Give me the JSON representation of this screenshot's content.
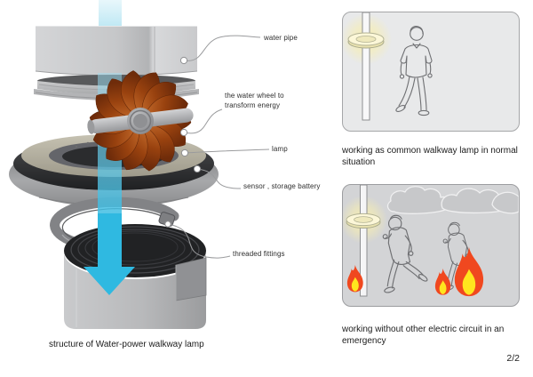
{
  "diagram": {
    "caption": "structure of Water-power walkway lamp",
    "labels": {
      "water_pipe": "water pipe",
      "water_wheel": "the water wheel to\ntransform energy",
      "lamp": "lamp",
      "sensor": "sensor , storage battery",
      "threaded_fittings": "threaded fittings"
    }
  },
  "scenarios": {
    "normal": {
      "caption": "working as common walkway lamp in normal\nsituation"
    },
    "emergency": {
      "caption": "working without other electric circuit in an\nemergency"
    }
  },
  "page_number": "2/2",
  "colors": {
    "water_accent": "#2fb9e1",
    "turbine_copper": "#a8481c",
    "fire_orange": "#f0481f",
    "fire_yellow": "#ffe51e",
    "lamp_glow_yellow": "#f7eeb0",
    "panel_normal_bg": "#e8e9ea",
    "panel_emergency_bg": "#d3d4d6"
  }
}
